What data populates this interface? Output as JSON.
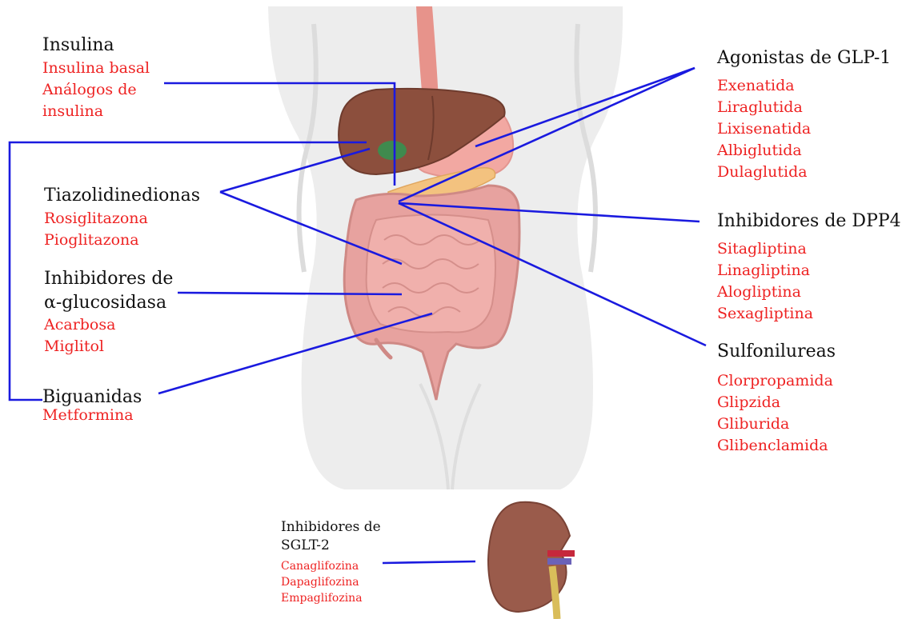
{
  "colors": {
    "heading": "#111111",
    "drug": "#ee2222",
    "connector": "#1a1adf",
    "liver": "#8c4f3d",
    "intestine": "#e9a3a0",
    "stomach": "#f0a7a2",
    "kidney": "#9a5b4b"
  },
  "groups": {
    "insulina": {
      "title": "Insulina",
      "drugs": [
        "Insulina basal",
        "Análogos de",
        "insulina"
      ]
    },
    "tiazolidinedionas": {
      "title": "Tiazolidinedionas",
      "drugs": [
        "Rosiglitazona",
        "Pioglitazona"
      ]
    },
    "alfa_glucosidasa": {
      "title_line1": "Inhibidores de",
      "title_line2": "α-glucosidasa",
      "drugs": [
        "Acarbosa",
        "Miglitol"
      ]
    },
    "biguanidas": {
      "title": "Biguanidas",
      "drugs": [
        "Metformina"
      ]
    },
    "glp1": {
      "title": "Agonistas de GLP-1",
      "drugs": [
        "Exenatida",
        "Liraglutida",
        "Lixisenatida",
        "Albiglutida",
        "Dulaglutida"
      ]
    },
    "dpp4": {
      "title": "Inhibidores de DPP4",
      "drugs": [
        "Sitagliptina",
        "Linagliptina",
        "Alogliptina",
        "Sexagliptina"
      ]
    },
    "sulfonilureas": {
      "title": "Sulfonilureas",
      "drugs": [
        "Clorpropamida",
        "Glipzida",
        "Gliburida",
        "Glibenclamida"
      ]
    },
    "sglt2": {
      "title_line1": "Inhibidores de",
      "title_line2": "SGLT-2",
      "drugs": [
        "Canaglifozina",
        "Dapaglifozina",
        "Empaglifozina"
      ]
    }
  }
}
